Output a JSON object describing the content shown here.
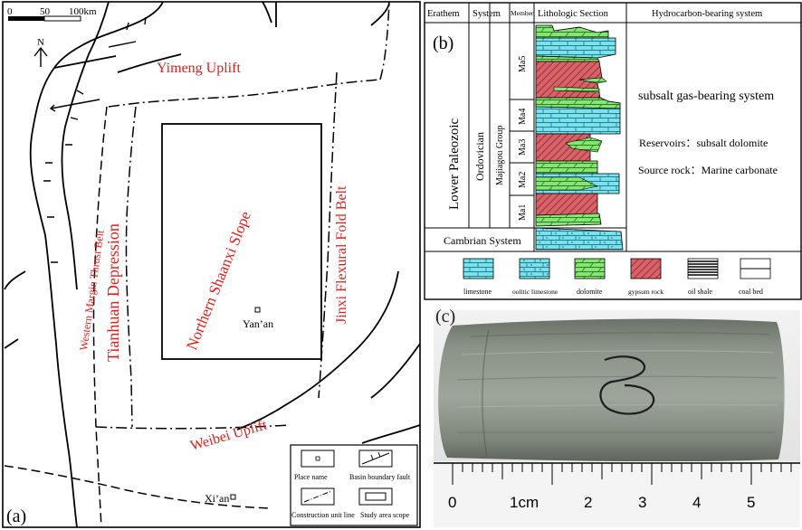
{
  "panel_a": {
    "label": "(a)",
    "scale": {
      "t0": "0",
      "t50": "50",
      "t100": "100km"
    },
    "north": "N",
    "regions": {
      "yimeng": "Yimeng Uplift",
      "tianhuan": "Tianhuan Depression",
      "shaanxi": "Northern Shaanxi Slope",
      "jinxi": "Jinxi Flexural Fold Belt",
      "western": "Western Margin Thrust Belt",
      "weibei": "Weibei Uplift"
    },
    "places": {
      "yanan": "Yan’an",
      "xian": "Xi’an"
    },
    "legend": {
      "place_name": "Place name",
      "basin_fault": "Basin boundary fault",
      "construction": "Construction unit line",
      "study_area": "Study area scope"
    }
  },
  "panel_b": {
    "label": "(b)",
    "headers": {
      "erathem": "Erathem",
      "system": "System",
      "member": "Member",
      "litho": "Lithologic Section",
      "hcs": "Hydrocarbon-bearing system"
    },
    "erathem": "Lower Paleozoic",
    "system": "Ordovician",
    "group": "Majiagou Group",
    "members": [
      "Ma5",
      "Ma4",
      "Ma3",
      "Ma2",
      "Ma1"
    ],
    "cambrian": "Cambrian System",
    "hcs_title": "subsalt gas-bearing system",
    "reservoirs": "Reservoirs：subsalt dolomite",
    "source_rock": "Source rock：Marine carbonate",
    "legend": {
      "limestone": "limestone",
      "oolitic": "oolitic limestone",
      "dolomite": "dolomite",
      "gypsum": "gypsum rock",
      "oil_shale": "oil shale",
      "coal": "coal bed"
    },
    "colors": {
      "limestone": "#79e2ee",
      "dolomite": "#86e672",
      "gypsum": "#d9626a"
    }
  },
  "panel_c": {
    "label": "(c)",
    "ruler": {
      "t0": "0",
      "t1": "1cm",
      "t2": "2",
      "t3": "3",
      "t4": "4",
      "t5": "5"
    }
  }
}
